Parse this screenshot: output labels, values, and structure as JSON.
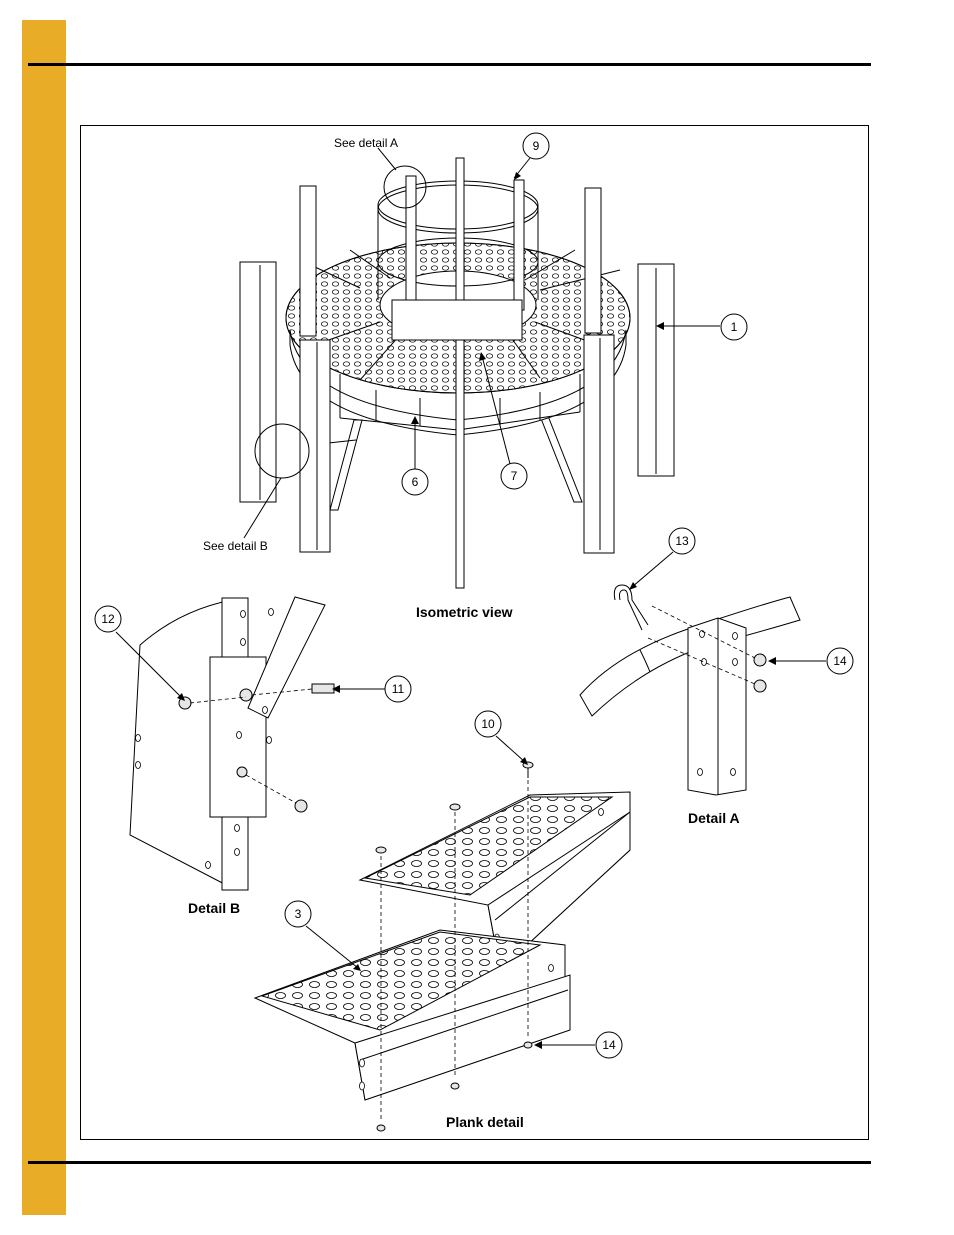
{
  "page": {
    "accent_color": "#e8ac26"
  },
  "views": {
    "isometric": "Isometric view",
    "detail_a": "Detail A",
    "detail_b": "Detail B",
    "plank": "Plank detail"
  },
  "notes": {
    "see_a": "See detail A",
    "see_b": "See detail B"
  },
  "callouts": {
    "c1": "1",
    "c3": "3",
    "c6": "6",
    "c7": "7",
    "c9": "9",
    "c10": "10",
    "c11": "11",
    "c12": "12",
    "c13": "13",
    "c14a": "14",
    "c14b": "14"
  }
}
